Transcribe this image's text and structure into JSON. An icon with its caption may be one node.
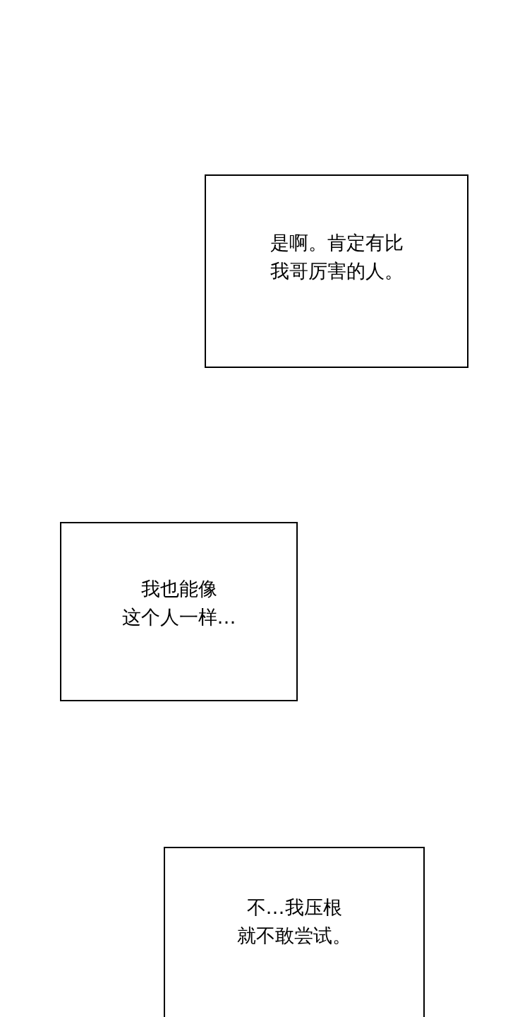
{
  "diagram": {
    "nodes": [
      {
        "text": [
          "是啊。肯定有比我哥厉害的人。"
        ]
      },
      {
        "text": [
          "我也能像这个人一样…"
        ]
      },
      {
        "text": [
          "不…我压根就不敢尝试。"
        ]
      }
    ]
  }
}
